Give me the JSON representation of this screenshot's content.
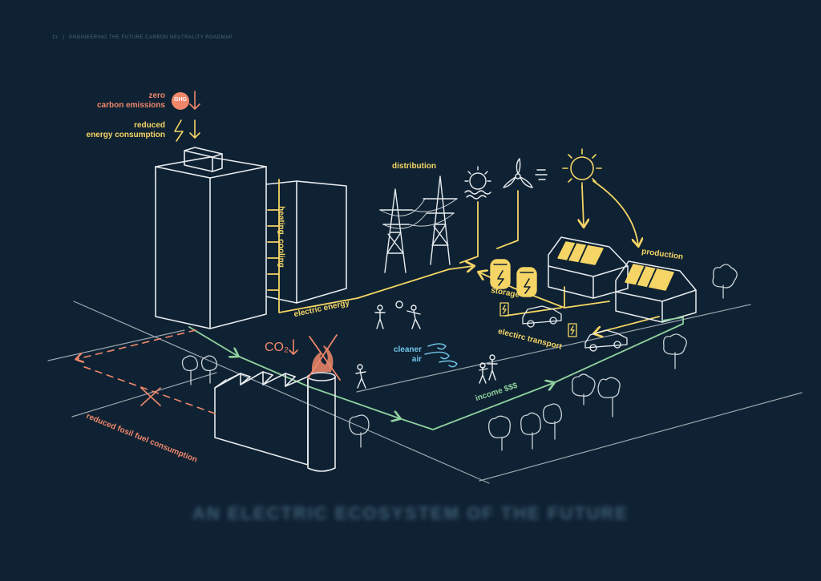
{
  "header": {
    "page_number": "11",
    "running_title": "ENGINEERING THE FUTURE CARBON NEUTRALITY ROADMAP"
  },
  "legend": {
    "zero_carbon_line1": "zero",
    "zero_carbon_line2": "carbon emissions",
    "ghg_badge": "GHG",
    "reduced_energy_line1": "reduced",
    "reduced_energy_line2": "energy consumption"
  },
  "labels": {
    "distribution": "distribution",
    "production": "production",
    "storage": "storage",
    "heating_cooling": "heating, cooling",
    "electric_energy": "electric energy",
    "electric_transport": "electirc transport",
    "cleaner_air_1": "cleaner",
    "cleaner_air_2": "air",
    "income": "income $$$",
    "co2": "CO₂",
    "fossil": "reduced fosil fuel consumption"
  },
  "caption": "AN ELECTRIC ECOSYSTEM OF THE FUTURE",
  "colors": {
    "background": "#0f2233",
    "line_white": "#e8ecef",
    "energy_yellow": "#f5d565",
    "emission_salmon": "#f0876a",
    "money_green": "#8fd19e",
    "air_blue": "#6fc3e6"
  }
}
